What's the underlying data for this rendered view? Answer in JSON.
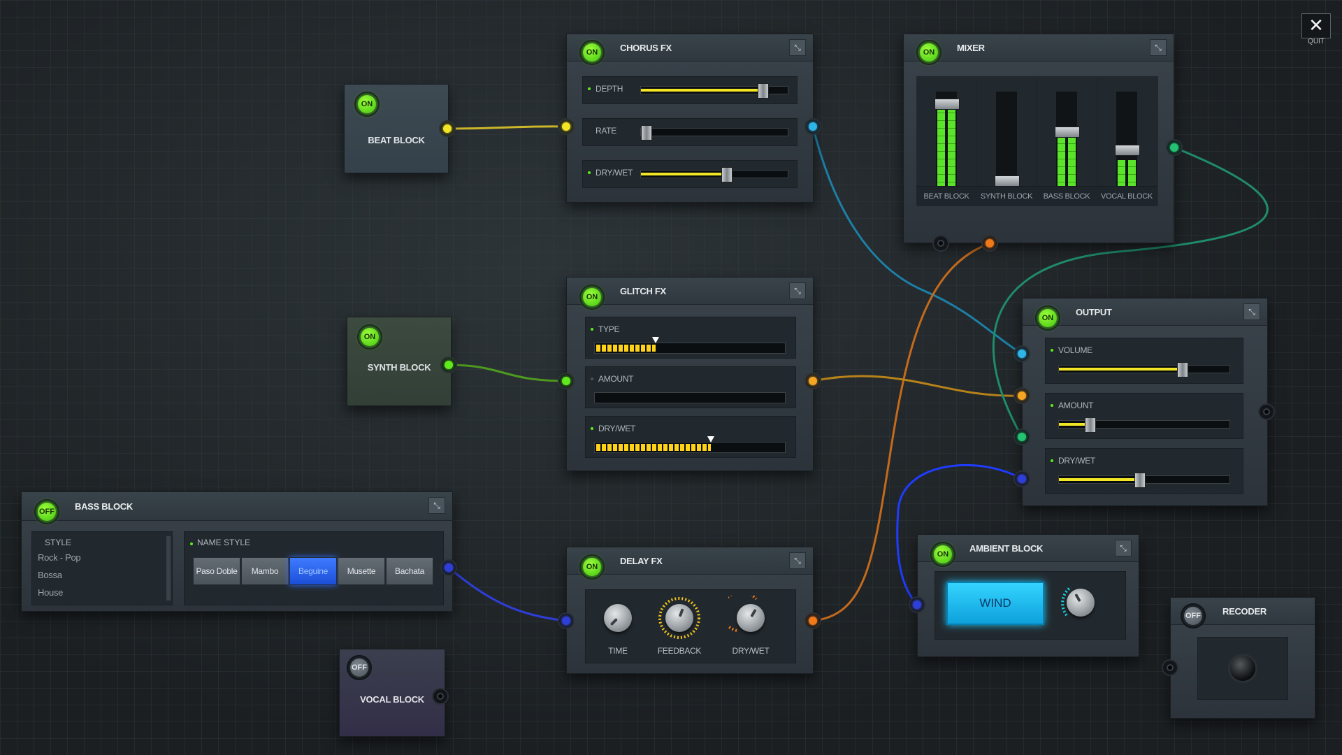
{
  "toolbar": {
    "quit_icon": "close-icon",
    "quit_label": "QUIT"
  },
  "colors": {
    "on": "#5eea1c",
    "slider_fill": "#f1e526",
    "meter": "#5be52a",
    "wire_yellow": "#cbb62a",
    "wire_green": "#4d9a1f",
    "wire_cyan": "#1d7fa6",
    "wire_orange": "#c46a1c",
    "wire_teal": "#1f8c6a",
    "wire_blue": "#2e3ed8",
    "wire_amber": "#b8821a",
    "wire_brightblue": "#1f3cff"
  },
  "blocks": {
    "beat": {
      "title": "BEAT BLOCK",
      "power": "ON"
    },
    "synth": {
      "title": "SYNTH BLOCK",
      "power": "ON"
    },
    "vocal": {
      "title": "VOCAL BLOCK",
      "power": "OFF"
    },
    "bass": {
      "title": "BASS BLOCK",
      "power": "OFF",
      "style_label": "STYLE",
      "styles": [
        "Rock - Pop",
        "Bossa",
        "House"
      ],
      "name_style_label": "NAME STYLE",
      "name_styles": [
        "Paso Doble",
        "Mambo",
        "Beguine",
        "Musette",
        "Bachata"
      ],
      "selected_name_style": "Beguine"
    },
    "chorus": {
      "title": "CHORUS FX",
      "power": "ON",
      "params": [
        {
          "label": "DEPTH",
          "value": 0.83
        },
        {
          "label": "RATE",
          "value": 0.0
        },
        {
          "label": "DRY/WET",
          "value": 0.58
        }
      ]
    },
    "glitch": {
      "title": "GLITCH FX",
      "power": "ON",
      "params": [
        {
          "label": "TYPE",
          "value": 0.32
        },
        {
          "label": "AMOUNT",
          "value": 0.0
        },
        {
          "label": "DRY/WET",
          "value": 0.61
        }
      ]
    },
    "delay": {
      "title": "DELAY FX",
      "power": "ON",
      "knobs": [
        {
          "label": "TIME",
          "value": 0.0
        },
        {
          "label": "FEEDBACK",
          "value": 0.5
        },
        {
          "label": "DRY/WET",
          "value": 0.45
        }
      ]
    },
    "mixer": {
      "title": "MIXER",
      "power": "ON",
      "channels": [
        {
          "label": "BEAT BLOCK",
          "level": 0.9,
          "fader": 0.92
        },
        {
          "label": "SYNTH BLOCK",
          "level": 0.0,
          "fader": 0.05
        },
        {
          "label": "BASS BLOCK",
          "level": 0.55,
          "fader": 0.6
        },
        {
          "label": "VOCAL BLOCK",
          "level": 0.3,
          "fader": 0.4
        }
      ]
    },
    "output": {
      "title": "OUTPUT",
      "power": "ON",
      "params": [
        {
          "label": "VOLUME",
          "value": 0.72
        },
        {
          "label": "AMOUNT",
          "value": 0.18
        },
        {
          "label": "DRY/WET",
          "value": 0.47
        }
      ]
    },
    "ambient": {
      "title": "AMBIENT BLOCK",
      "power": "ON",
      "button_label": "WIND",
      "knob_value": 0.4
    },
    "recorder": {
      "title": "RECODER",
      "power": "OFF"
    }
  }
}
